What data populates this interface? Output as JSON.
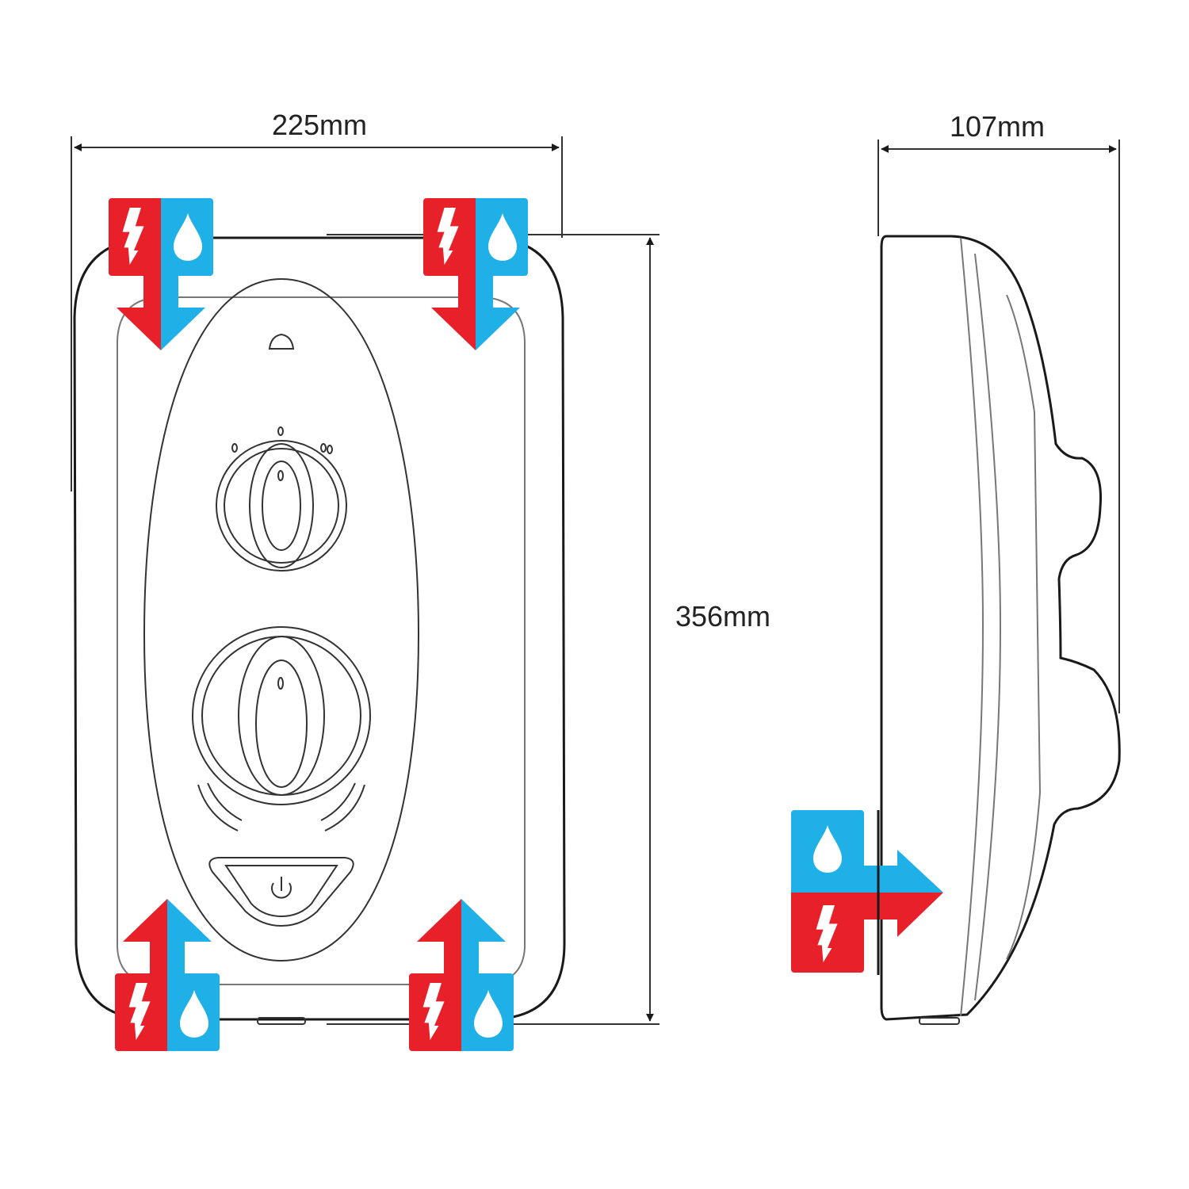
{
  "dimensions": {
    "width": "225mm",
    "depth": "107mm",
    "height": "356mm"
  },
  "colors": {
    "electric": "#e8202a",
    "water": "#1eb0e6",
    "outline": "#1a1a1a"
  },
  "icons": {
    "electric": "lightning-bolt-icon",
    "water": "water-drop-icon"
  }
}
